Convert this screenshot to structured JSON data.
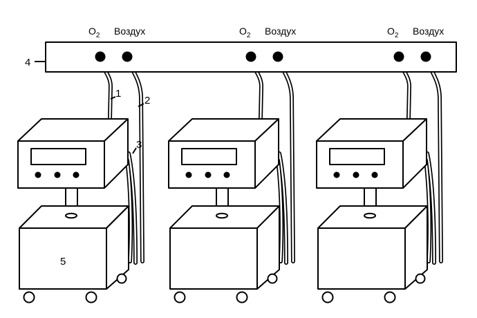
{
  "gas_labels": {
    "oxygen_main": "O",
    "oxygen_sub": "2",
    "air": "Воздух"
  },
  "callouts": {
    "manifold": "4",
    "tube_oxygen": "1",
    "tube_air": "2",
    "tube_bundle": "3",
    "stand": "5"
  },
  "stations": [
    {
      "index": 1
    },
    {
      "index": 2
    },
    {
      "index": 3
    }
  ]
}
